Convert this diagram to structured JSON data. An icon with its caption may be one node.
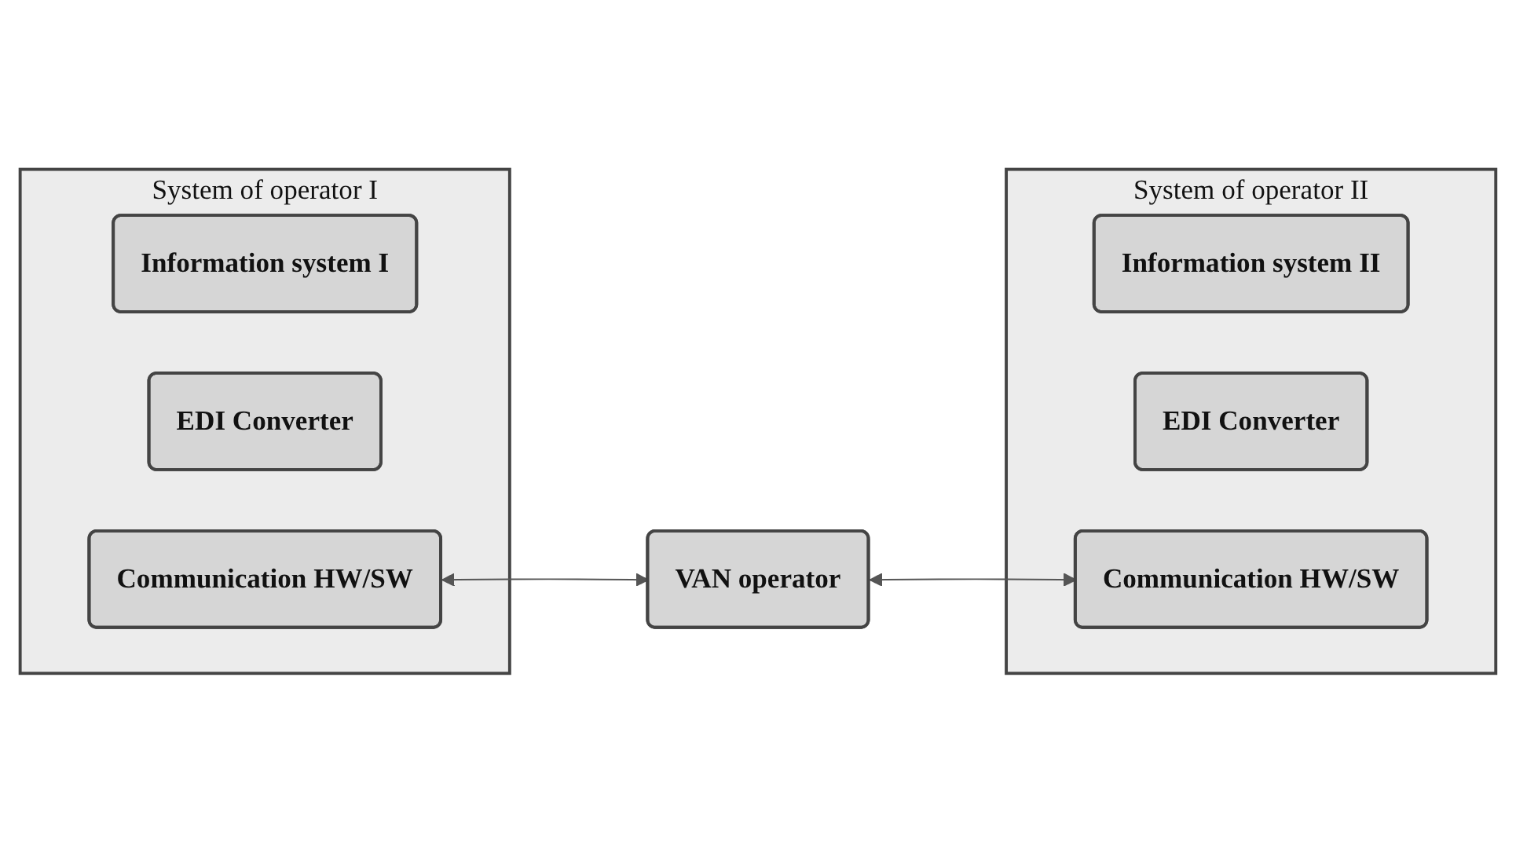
{
  "diagram": {
    "nodes": [
      {
        "text": [
          "System of operator I"
        ]
      },
      {
        "text": [
          "Information system I"
        ],
        "in": 0
      },
      {
        "text": [
          "EDI Converter"
        ],
        "in": 0
      },
      {
        "text": [
          "Communication HW/SW"
        ],
        "in": 0
      },
      {
        "text": [
          "VAN operator"
        ]
      },
      {
        "text": [
          "System of operator II"
        ]
      },
      {
        "text": [
          "Information system II"
        ],
        "in": 5
      },
      {
        "text": [
          "EDI Converter"
        ],
        "in": 5
      },
      {
        "text": [
          "Communication HW/SW"
        ],
        "in": 5
      }
    ],
    "edges": [
      {
        "from": 3,
        "to": 4,
        "arrow": "both"
      },
      {
        "from": 4,
        "to": 8,
        "arrow": "both"
      }
    ]
  }
}
